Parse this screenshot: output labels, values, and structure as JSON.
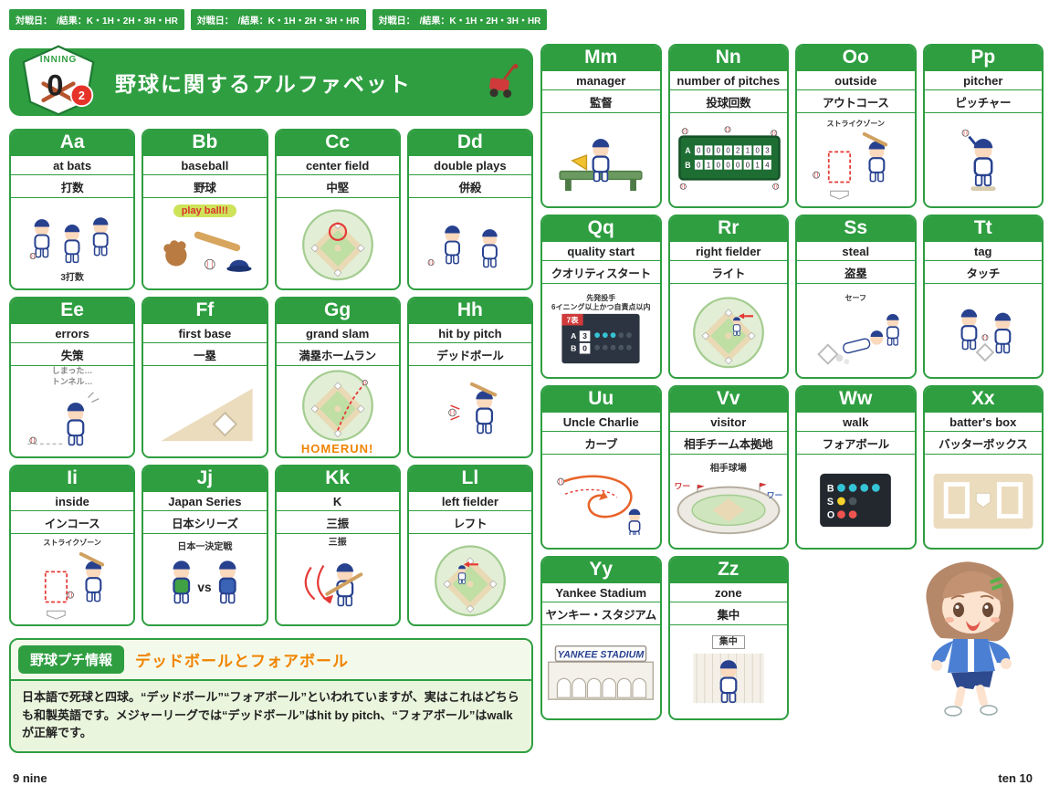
{
  "colors": {
    "primary_green": "#2f9e41",
    "accent_orange": "#f08300",
    "badge_red": "#e6332a"
  },
  "bars": [
    {
      "date": "対戦日：　/",
      "result": "結果：K・1H・2H・3H・HR"
    },
    {
      "date": "対戦日：　/",
      "result": "結果：K・1H・2H・3H・HR"
    },
    {
      "date": "対戦日：　/",
      "result": "結果：K・1H・2H・3H・HR"
    }
  ],
  "header": {
    "logo_label": "INNING",
    "logo_number": "0",
    "badge": "2",
    "title": "野球に関するアルファベット"
  },
  "left_cards": [
    {
      "letter": "Aa",
      "english": "at bats",
      "japanese": "打数",
      "illustration": "players",
      "players": 3,
      "captions_bottom": [
        {
          "text": "3打数",
          "style": "plain"
        }
      ]
    },
    {
      "letter": "Bb",
      "english": "baseball",
      "japanese": "野球",
      "illustration": "equipment",
      "captions_top": [
        {
          "text": "play ball!!",
          "style": "bubble"
        }
      ]
    },
    {
      "letter": "Cc",
      "english": "center field",
      "japanese": "中堅",
      "illustration": "field_center"
    },
    {
      "letter": "Dd",
      "english": "double plays",
      "japanese": "併殺",
      "illustration": "players",
      "players": 2
    },
    {
      "letter": "Ee",
      "english": "errors",
      "japanese": "失策",
      "illustration": "error",
      "captions_top": [
        {
          "text": "しまった…",
          "style": "hand"
        },
        {
          "text": "トンネル…",
          "style": "hand"
        }
      ]
    },
    {
      "letter": "Ff",
      "english": "first base",
      "japanese": "一塁",
      "illustration": "base_corner"
    },
    {
      "letter": "Gg",
      "english": "grand slam",
      "japanese": "満塁ホームラン",
      "illustration": "field_homerun",
      "captions_bottom": [
        {
          "text": "HOMERUN!",
          "style": "orange"
        }
      ]
    },
    {
      "letter": "Hh",
      "english": "hit by pitch",
      "japanese": "デッドボール",
      "illustration": "batter"
    },
    {
      "letter": "Ii",
      "english": "inside",
      "japanese": "インコース",
      "illustration": "strikezone_in",
      "captions_top": [
        {
          "text": "ストライクゾーン",
          "style": "tiny"
        }
      ]
    },
    {
      "letter": "Jj",
      "english": "Japan Series",
      "japanese": "日本シリーズ",
      "illustration": "versus",
      "vs_label": "vs",
      "captions_top": [
        {
          "text": "日本一決定戦",
          "style": "plain"
        }
      ]
    },
    {
      "letter": "Kk",
      "english": "K",
      "japanese": "三振",
      "illustration": "strikeout",
      "captions_top": [
        {
          "text": "三振",
          "style": "plain"
        }
      ]
    },
    {
      "letter": "Ll",
      "english": "left fielder",
      "japanese": "レフト",
      "illustration": "field_left"
    }
  ],
  "right_cards": [
    {
      "letter": "Mm",
      "english": "manager",
      "japanese": "監督",
      "illustration": "bench"
    },
    {
      "letter": "Nn",
      "english": "number of pitches",
      "japanese": "投球回数",
      "illustration": "greenboard",
      "board": {
        "rows": [
          [
            "A",
            "0",
            "0",
            "0",
            "0",
            "2",
            "1",
            "0",
            "3"
          ],
          [
            "B",
            "0",
            "1",
            "0",
            "0",
            "0",
            "0",
            "1",
            "4"
          ]
        ]
      }
    },
    {
      "letter": "Oo",
      "english": "outside",
      "japanese": "アウトコース",
      "illustration": "strikezone_out",
      "captions_top": [
        {
          "text": "ストライクゾーン",
          "style": "tiny"
        }
      ]
    },
    {
      "letter": "Pp",
      "english": "pitcher",
      "japanese": "ピッチャー",
      "illustration": "pitcher"
    },
    {
      "letter": "Qq",
      "english": "quality start",
      "japanese": "クオリティスタート",
      "illustration": "qsboard",
      "captions_top": [
        {
          "text": "先発投手",
          "style": "tiny"
        },
        {
          "text": "6イニング以上かつ自責点以内",
          "style": "tiny"
        }
      ],
      "board": {
        "inning": "7表",
        "rows": [
          {
            "team": "A",
            "score": "3"
          },
          {
            "team": "B",
            "score": "0"
          }
        ]
      }
    },
    {
      "letter": "Rr",
      "english": "right fielder",
      "japanese": "ライト",
      "illustration": "field_right"
    },
    {
      "letter": "Ss",
      "english": "steal",
      "japanese": "盗塁",
      "illustration": "slide",
      "captions_top": [
        {
          "text": "セーフ",
          "style": "tiny"
        }
      ]
    },
    {
      "letter": "Tt",
      "english": "tag",
      "japanese": "タッチ",
      "illustration": "tagplay"
    },
    {
      "letter": "Uu",
      "english": "Uncle Charlie",
      "japanese": "カーブ",
      "illustration": "curve"
    },
    {
      "letter": "Vv",
      "english": "visitor",
      "japanese": "相手チーム本拠地",
      "illustration": "stadium",
      "captions_top": [
        {
          "text": "相手球場",
          "style": "plain"
        }
      ],
      "cheers": [
        "ワー",
        "ワー"
      ]
    },
    {
      "letter": "Ww",
      "english": "walk",
      "japanese": "フォアボール",
      "illustration": "bso",
      "bso": {
        "rows": [
          {
            "label": "B",
            "lit": 4,
            "total": 4,
            "color": "#35c3d6"
          },
          {
            "label": "S",
            "lit": 1,
            "total": 2,
            "color": "#f6d32b"
          },
          {
            "label": "O",
            "lit": 2,
            "total": 2,
            "color": "#ef5350"
          }
        ]
      }
    },
    {
      "letter": "Xx",
      "english": "batter's box",
      "japanese": "バッターボックス",
      "illustration": "battersbox"
    },
    {
      "letter": "Yy",
      "english": "Yankee Stadium",
      "japanese": "ヤンキー・スタジアム",
      "illustration": "facade",
      "sign": "YANKEE STADIUM"
    },
    {
      "letter": "Zz",
      "english": "zone",
      "japanese": "集中",
      "illustration": "zone",
      "captions_top": [
        {
          "text": "集中",
          "style": "boxed"
        }
      ]
    }
  ],
  "info_box": {
    "tag": "野球プチ情報",
    "title": "デッドボールとフォアボール",
    "body": "日本語で死球と四球。“デッドボール”“フォアボール”といわれていますが、実はこれはどちらも和製英語です。メジャーリーグでは“デッドボール”はhit by pitch、“フォアボール”はwalkが正解です。"
  },
  "footer": {
    "left": "9 nine",
    "right": "ten 10"
  }
}
